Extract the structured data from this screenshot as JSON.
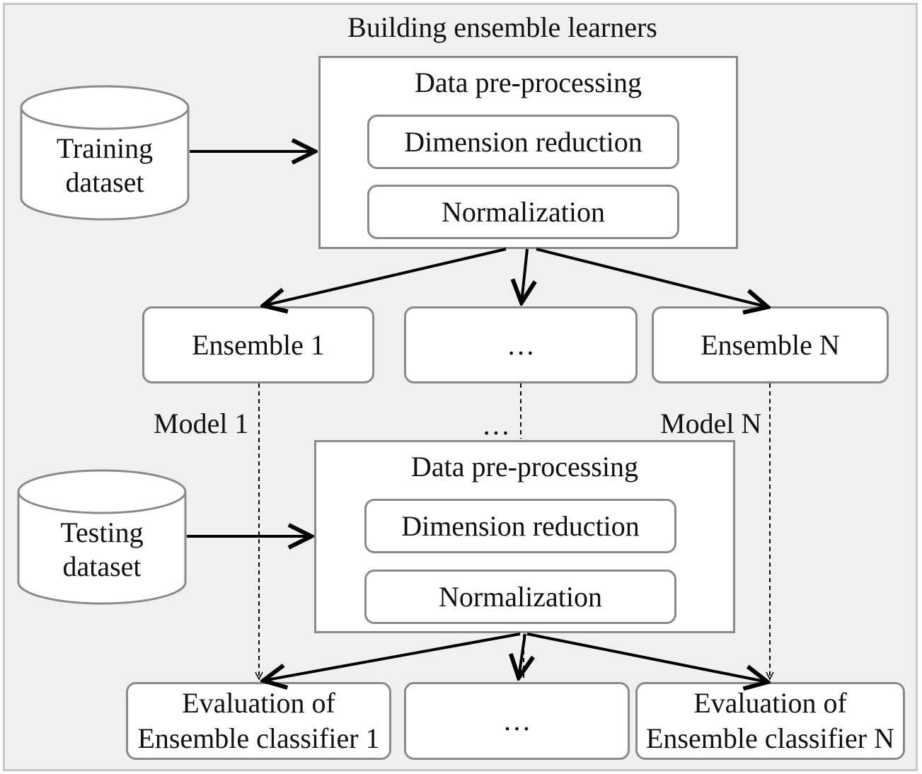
{
  "title": "Building ensemble learners",
  "training_block": {
    "dataset_line1": "Training",
    "dataset_line2": "dataset",
    "panel_title": "Data pre-processing",
    "step1": "Dimension reduction",
    "step2": "Normalization"
  },
  "ensembles": [
    "Ensemble 1",
    "…",
    "Ensemble N"
  ],
  "model_labels": [
    "Model 1",
    "…",
    "Model N"
  ],
  "testing_block": {
    "dataset_line1": "Testing",
    "dataset_line2": "dataset",
    "panel_title": "Data pre-processing",
    "step1": "Dimension reduction",
    "step2": "Normalization"
  },
  "evaluations": {
    "first_line1": "Evaluation of",
    "first_line2": "Ensemble classifier 1",
    "middle": "…",
    "last_line1": "Evaluation of",
    "last_line2": "Ensemble classifier N"
  },
  "colors": {
    "background": "#f0f0f0",
    "box_border": "#8a8a8a",
    "arrow": "#000000"
  }
}
